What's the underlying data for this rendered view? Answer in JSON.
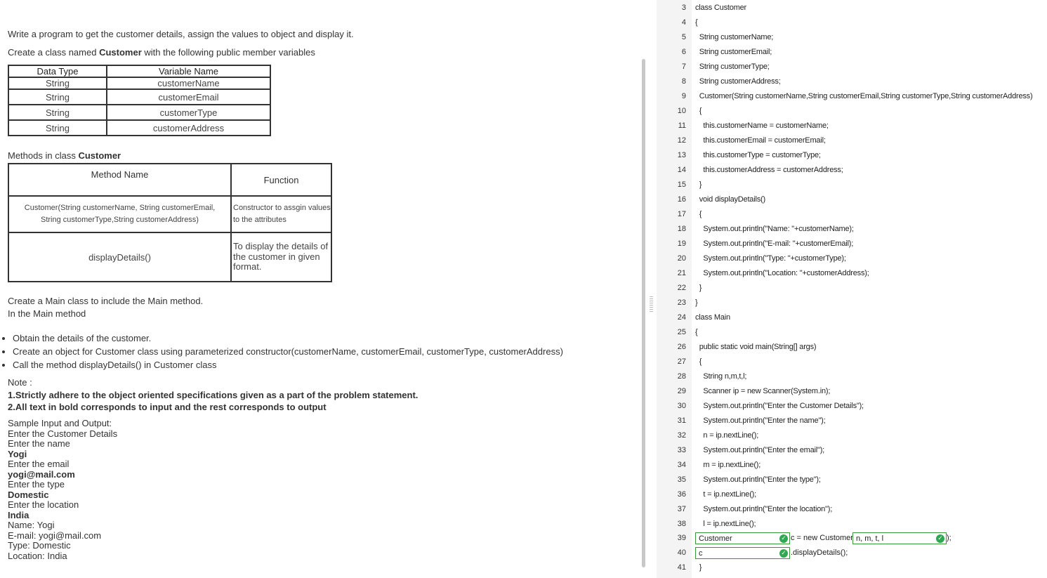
{
  "problem": {
    "intro": "Write a program to get the customer details, assign the values to object and display it.",
    "create_class_prefix": "Create a class named ",
    "create_class_name": "Customer",
    "create_class_suffix": " with the following public member variables",
    "var_table": {
      "headers": [
        "Data Type",
        "Variable Name"
      ],
      "rows": [
        [
          "String",
          "customerName"
        ],
        [
          "String",
          "customerEmail"
        ],
        [
          "String",
          "customerType"
        ],
        [
          "String",
          "customerAddress"
        ]
      ]
    },
    "methods_prefix": "Methods in class ",
    "methods_class": "Customer",
    "method_table": {
      "headers": [
        "Method Name",
        "Function"
      ],
      "rows": [
        [
          "Customer(String customerName, String customerEmail, String customerType,String customerAddress)",
          "Constructor to assgin values to the attributes"
        ],
        [
          "displayDetails()",
          "To display the details of the customer in given format."
        ]
      ]
    },
    "main_line1": "Create a Main class to include the Main method.",
    "main_line2": "In the Main method",
    "steps": [
      "Obtain the details of the customer.",
      "Create an object for Customer class using parameterized constructor(customerName, customerEmail, customerType, customerAddress)",
      "Call the method displayDetails() in Customer class"
    ],
    "note_label": "Note :",
    "note1": "1.Strictly adhere to the object oriented specifications given as a part of the problem statement.",
    "note2": "2.All text in bold corresponds to input and the rest corresponds to output",
    "sample_title": "Sample Input and Output:",
    "sample_lines": [
      {
        "text": "Enter the Customer Details",
        "bold": false
      },
      {
        "text": "Enter the name",
        "bold": false
      },
      {
        "text": "Yogi",
        "bold": true
      },
      {
        "text": "Enter the email",
        "bold": false
      },
      {
        "text": "yogi@mail.com",
        "bold": true
      },
      {
        "text": "Enter the type",
        "bold": false
      },
      {
        "text": "Domestic",
        "bold": true
      },
      {
        "text": "Enter the location",
        "bold": false
      },
      {
        "text": "India",
        "bold": true
      },
      {
        "text": "Name: Yogi",
        "bold": false
      },
      {
        "text": "E-mail: yogi@mail.com",
        "bold": false
      },
      {
        "text": "Type: Domestic",
        "bold": false
      },
      {
        "text": "Location: India",
        "bold": false
      }
    ]
  },
  "editor": {
    "lines": [
      {
        "n": "3",
        "code": "class Customer"
      },
      {
        "n": "4",
        "code": "{"
      },
      {
        "n": "5",
        "code": "  String customerName;"
      },
      {
        "n": "6",
        "code": "  String customerEmail;"
      },
      {
        "n": "7",
        "code": "  String customerType;"
      },
      {
        "n": "8",
        "code": "  String customerAddress;"
      },
      {
        "n": "9",
        "code": "  Customer(String customerName,String customerEmail,String customerType,String customerAddress)"
      },
      {
        "n": "10",
        "code": "  {"
      },
      {
        "n": "11",
        "code": "    this.customerName = customerName;"
      },
      {
        "n": "12",
        "code": "    this.customerEmail = customerEmail;"
      },
      {
        "n": "13",
        "code": "    this.customerType = customerType;"
      },
      {
        "n": "14",
        "code": "    this.customerAddress = customerAddress;"
      },
      {
        "n": "15",
        "code": "  }"
      },
      {
        "n": "16",
        "code": "  void displayDetails()"
      },
      {
        "n": "17",
        "code": "  {"
      },
      {
        "n": "18",
        "code": "    System.out.println(\"Name: \"+customerName);"
      },
      {
        "n": "19",
        "code": "    System.out.println(\"E-mail: \"+customerEmail);"
      },
      {
        "n": "20",
        "code": "    System.out.println(\"Type: \"+customerType);"
      },
      {
        "n": "21",
        "code": "    System.out.println(\"Location: \"+customerAddress);"
      },
      {
        "n": "22",
        "code": "  }"
      },
      {
        "n": "23",
        "code": "}"
      },
      {
        "n": "24",
        "code": "class Main"
      },
      {
        "n": "25",
        "code": "{"
      },
      {
        "n": "26",
        "code": "  public static void main(String[] args)"
      },
      {
        "n": "27",
        "code": "  {"
      },
      {
        "n": "28",
        "code": "    String n,m,t,l;"
      },
      {
        "n": "29",
        "code": "    Scanner ip = new Scanner(System.in);"
      },
      {
        "n": "30",
        "code": "    System.out.println(\"Enter the Customer Details\");"
      },
      {
        "n": "31",
        "code": "    System.out.println(\"Enter the name\");"
      },
      {
        "n": "32",
        "code": "    n = ip.nextLine();"
      },
      {
        "n": "33",
        "code": "    System.out.println(\"Enter the email\");"
      },
      {
        "n": "34",
        "code": "    m = ip.nextLine();"
      },
      {
        "n": "35",
        "code": "    System.out.println(\"Enter the type\");"
      },
      {
        "n": "36",
        "code": "    t = ip.nextLine();"
      },
      {
        "n": "37",
        "code": "    System.out.println(\"Enter the location\");"
      },
      {
        "n": "38",
        "code": "    l = ip.nextLine();"
      }
    ],
    "line39": {
      "n": "39",
      "blank1": "Customer",
      "mid": "c = new Customer(",
      "blank2": "n, m, t, l",
      "end": ");"
    },
    "line40": {
      "n": "40",
      "blank1": "c",
      "end": ".displayDetails();"
    },
    "line41": {
      "n": "41",
      "code": "  }"
    },
    "check_mark": "✓",
    "accent_green": "#2fa84f"
  }
}
